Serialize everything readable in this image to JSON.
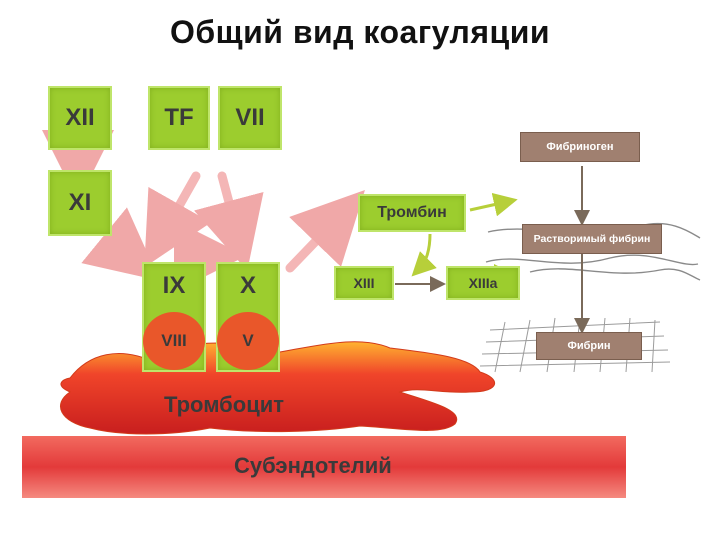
{
  "title": "Общий вид коагуляции",
  "factors": {
    "xii": "XII",
    "tf": "TF",
    "vii": "VII",
    "xi": "XI",
    "ix": "IX",
    "viii": "VIII",
    "x": "X",
    "v": "V",
    "thrombin": "Тромбин",
    "xiii": "XIII",
    "xiiia": "XIIIa"
  },
  "fibrin_path": {
    "fibrinogen": "Фибриноген",
    "soluble_fibrin": "Растворимый фибрин",
    "fibrin": "Фибрин"
  },
  "cells": {
    "platelet": "Тромбоцит",
    "subendothelium": "Субэндотелий"
  },
  "colors": {
    "factor_green": "#9ccd2e",
    "pink_arrow": "#f4b6b6",
    "green_arrow": "#b7cf3a",
    "brown_box": "#a08070",
    "platelet_red": "#e8352a",
    "subendothelium_red": "#e84a4a"
  }
}
